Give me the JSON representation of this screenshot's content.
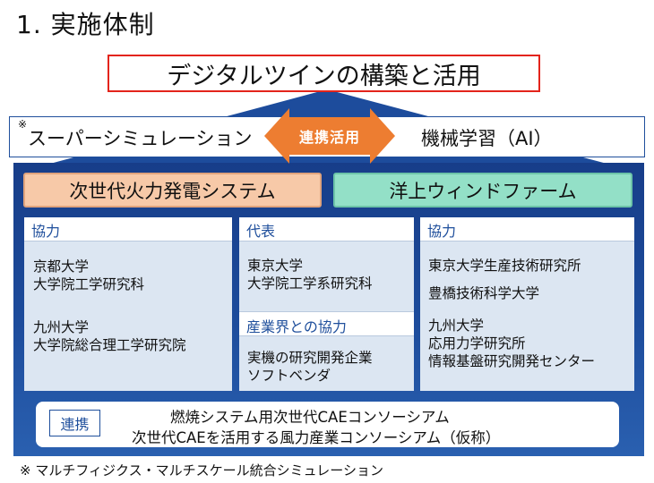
{
  "heading": "1. 実施体制",
  "title": "デジタルツインの構築と活用",
  "top_band": {
    "note_mark": "※",
    "left_label": "スーパーシミュレーション",
    "arrow_label": "連携活用",
    "right_label": "機械学習（AI）"
  },
  "projects": {
    "left": "次世代火力発電システム",
    "right": "洋上ウィンドファーム"
  },
  "panels": {
    "left": {
      "header": "協力",
      "group1": [
        "京都大学",
        "大学院工学研究科"
      ],
      "group2": [
        "九州大学",
        "大学院総合理工学研究院"
      ]
    },
    "middle": {
      "header": "代表",
      "group1": [
        "東京大学",
        "大学院工学系研究科"
      ],
      "sub_header": "産業界との協力",
      "group2": [
        "実機の研究開発企業",
        "ソフトベンダ"
      ]
    },
    "right": {
      "header": "協力",
      "group1": [
        "東京大学生産技術研究所"
      ],
      "group2": [
        "豊橋技術科学大学"
      ],
      "group3": [
        "九州大学",
        "応用力学研究所",
        "情報基盤研究開発センター"
      ]
    }
  },
  "collaboration": {
    "tag": "連携",
    "line1": "燃焼システム用次世代CAEコンソーシアム",
    "line2": "次世代CAEを活用する風力産業コンソーシアム（仮称）"
  },
  "footnote": "※ マルチフィジクス・マルチスケール統合シミュレーション",
  "colors": {
    "house_blue": "#1d4c9c",
    "title_border": "#e3241b",
    "arrow_orange": "#ed7d31",
    "left_project_fill": "#f7c9a8",
    "right_project_fill": "#93e0c7",
    "panel_fill": "#dce6f2"
  }
}
